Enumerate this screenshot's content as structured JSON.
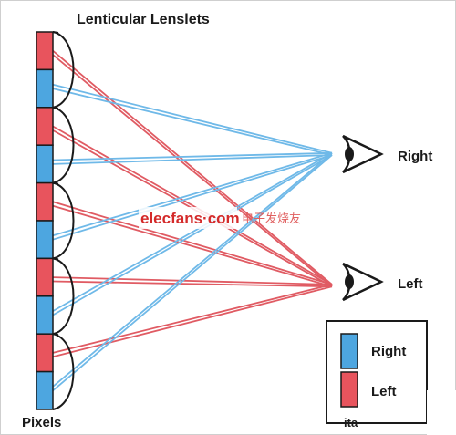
{
  "title": "Lenticular Lenslets",
  "pixels_label": "Pixels",
  "eye_labels": {
    "right": "Right",
    "left": "Left"
  },
  "legend": {
    "items": [
      {
        "label": "Right",
        "color": "#4da6e0"
      },
      {
        "label": "Left",
        "color": "#e8545d"
      }
    ],
    "cut_text": "ita"
  },
  "watermark": {
    "brand": "elecfans·com",
    "cn": "电子发烧友"
  },
  "colors": {
    "right_pixel": "#4da6e0",
    "left_pixel": "#e8545d",
    "right_ray": "#6fb9e8",
    "left_ray": "#e05b63",
    "outline": "#1a1a1a"
  },
  "pixel_column": [
    "left",
    "right",
    "left",
    "right",
    "left",
    "right",
    "left",
    "right",
    "left",
    "right"
  ]
}
